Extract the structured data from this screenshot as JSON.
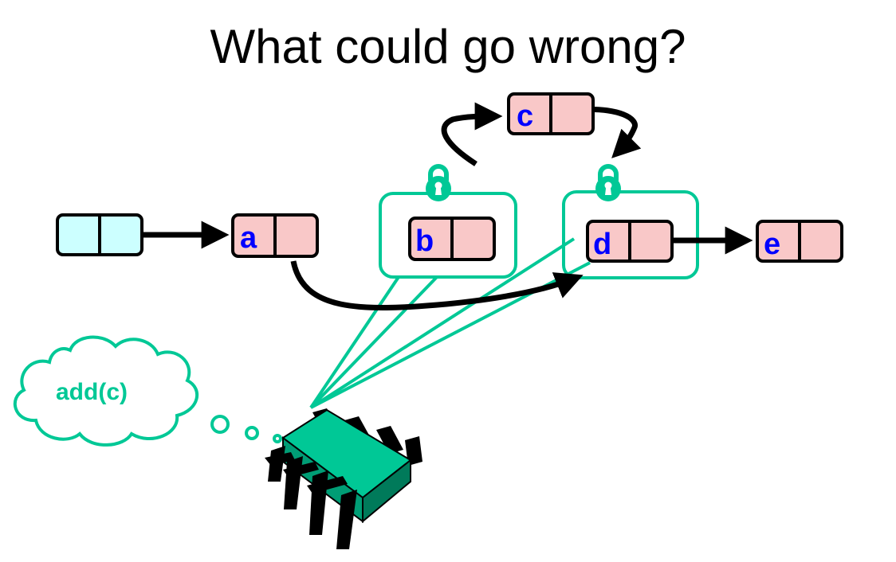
{
  "title": "What could go wrong?",
  "thought": "add(c)",
  "nodes": {
    "a": "a",
    "b": "b",
    "c": "c",
    "d": "d",
    "e": "e"
  },
  "colors": {
    "node_fill": "#f9c8c8",
    "head_fill": "#ccffff",
    "letter": "#0000ff",
    "lock": "#00c896",
    "chip": "#00c896",
    "stroke": "#000000"
  }
}
